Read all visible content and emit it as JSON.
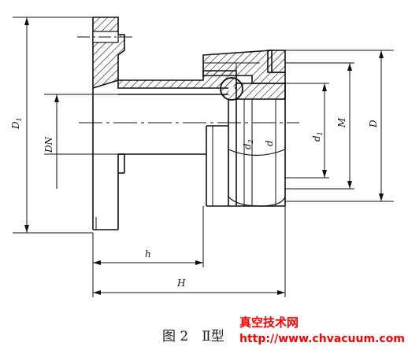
{
  "labels": {
    "d1_outer": {
      "main": "D",
      "sub": "1"
    },
    "dn": "DN",
    "h": "h",
    "H": "H",
    "d2": {
      "main": "d",
      "sub": "2"
    },
    "d": "d",
    "d1_inner": {
      "main": "d",
      "sub": "1"
    },
    "M": "M",
    "D": "D"
  },
  "caption": "图 2　Ⅱ型",
  "watermark": {
    "title": "真空技术网",
    "url": "http://www.chvacuum.com"
  },
  "colors": {
    "line": "#111111",
    "watermark": "#ff0000"
  }
}
